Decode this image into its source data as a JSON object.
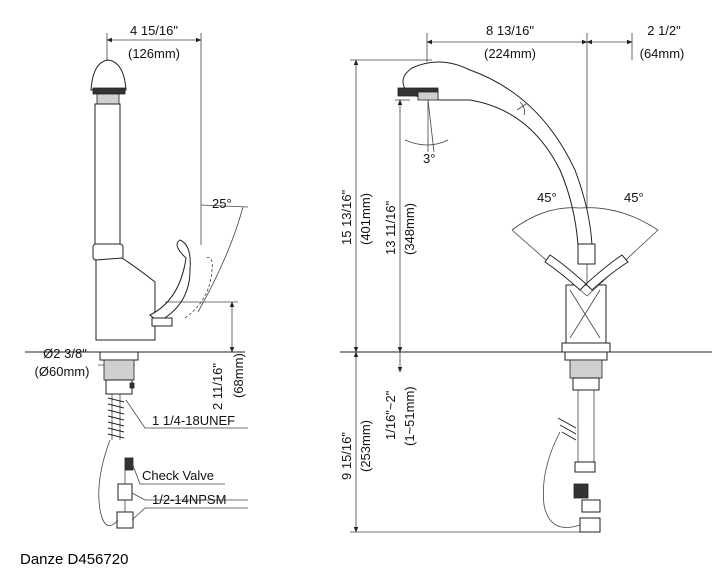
{
  "caption": "Danze D456720",
  "side_view": {
    "top_width_in": "4 15/16\"",
    "top_width_mm": "(126mm)",
    "handle_angle": "25°",
    "hole_dia_in": "Ø2 3/8\"",
    "hole_dia_mm": "(Ø60mm)",
    "base_height_in": "2 11/16\"",
    "base_height_mm": "(68mm)",
    "thread_label": "1 1/4-18UNEF",
    "check_valve_label": "Check Valve",
    "npsm_label": "1/2-14NPSM"
  },
  "front_view": {
    "reach_in": "8 13/16\"",
    "reach_mm": "(224mm)",
    "offset_in": "2 1/2\"",
    "offset_mm": "(64mm)",
    "spray_angle": "3°",
    "left_angle": "45°",
    "right_angle": "45°",
    "total_height_in": "15 13/16\"",
    "total_height_mm": "(401mm)",
    "spout_height_in": "13 11/16\"",
    "spout_height_mm": "(348mm)",
    "deck_thickness_in": "1/16\"~2\"",
    "deck_thickness_mm": "(1~51mm)",
    "below_deck_in": "9 15/16\"",
    "below_deck_mm": "(253mm)"
  }
}
